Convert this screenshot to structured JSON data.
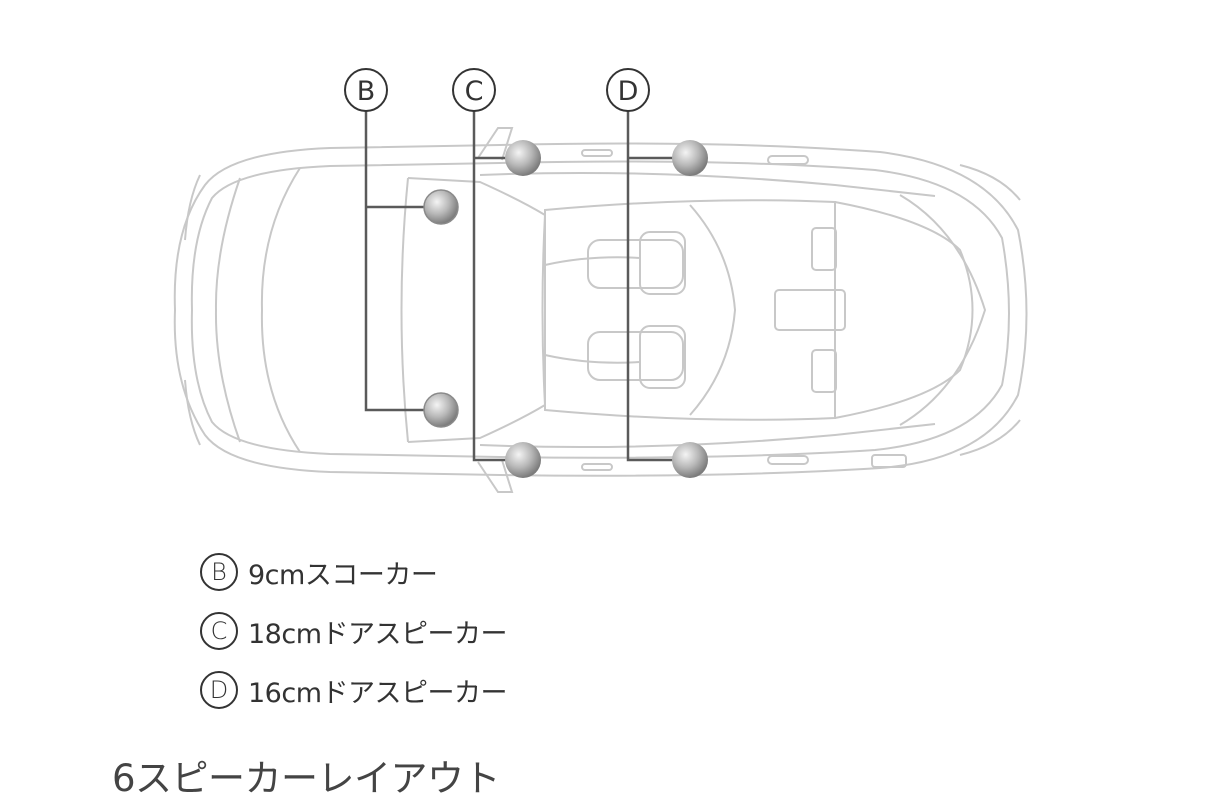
{
  "callouts": {
    "b": "B",
    "c": "C",
    "d": "D"
  },
  "legend": [
    {
      "letter": "B",
      "text": "9cmスコーカー"
    },
    {
      "letter": "C",
      "text": "18cmドアスピーカー"
    },
    {
      "letter": "D",
      "text": "16cmドアスピーカー"
    }
  ],
  "caption": "6スピーカーレイアウト",
  "colors": {
    "car_outline": "#c8c8c8",
    "leader_line": "#5a5a5a",
    "speaker": "#b4b4b4",
    "text": "#333333"
  }
}
